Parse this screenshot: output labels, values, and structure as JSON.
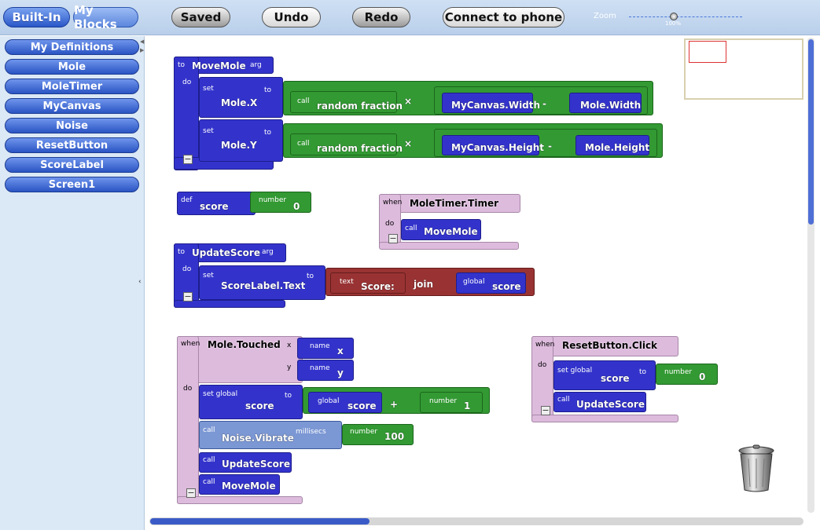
{
  "toolbar": {
    "built_in": "Built-In",
    "my_blocks": "My Blocks",
    "saved": "Saved",
    "undo": "Undo",
    "redo": "Redo",
    "connect": "Connect to phone",
    "zoom_label": "Zoom",
    "zoom_pct": "100%"
  },
  "sidebar": {
    "items": [
      {
        "label": "My Definitions"
      },
      {
        "label": "Mole"
      },
      {
        "label": "MoleTimer"
      },
      {
        "label": "MyCanvas"
      },
      {
        "label": "Noise"
      },
      {
        "label": "ResetButton"
      },
      {
        "label": "ScoreLabel"
      },
      {
        "label": "Screen1"
      }
    ]
  },
  "blocks": {
    "movemole": {
      "to": "to",
      "name": "MoveMole",
      "arg": "arg",
      "do": "do",
      "set1": "set",
      "prop1": "Mole.X",
      "to1": "to",
      "call1": "call",
      "rand1": "random fraction",
      "times1": "×",
      "w1": "MyCanvas.Width",
      "minus1": "-",
      "mw": "Mole.Width",
      "set2": "set",
      "prop2": "Mole.Y",
      "to2": "to",
      "call2": "call",
      "rand2": "random fraction",
      "times2": "×",
      "h1": "MyCanvas.Height",
      "minus2": "-",
      "mh": "Mole.Height"
    },
    "defscore": {
      "def": "def",
      "name": "score",
      "number": "number",
      "value": "0"
    },
    "timer": {
      "when": "when",
      "event": "MoleTimer.Timer",
      "do": "do",
      "call": "call",
      "proc": "MoveMole"
    },
    "updatescore": {
      "to": "to",
      "name": "UpdateScore",
      "arg": "arg",
      "do": "do",
      "set": "set",
      "prop": "ScoreLabel.Text",
      "to2": "to",
      "text": "text",
      "text_val": "Score:",
      "join": "join",
      "global": "global",
      "var": "score"
    },
    "touched": {
      "when": "when",
      "event": "Mole.Touched",
      "x": "x",
      "y": "y",
      "name1": "name",
      "xval": "x",
      "name2": "name",
      "yval": "y",
      "do": "do",
      "setglobal": "set global",
      "var": "score",
      "to": "to",
      "global": "global",
      "gvar": "score",
      "plus": "+",
      "number": "number",
      "one": "1",
      "call1": "call",
      "vibrate": "Noise.Vibrate",
      "ms": "millisecs",
      "number2": "number",
      "hundred": "100",
      "call2": "call",
      "upd": "UpdateScore",
      "call3": "call",
      "mm": "MoveMole"
    },
    "reset": {
      "when": "when",
      "event": "ResetButton.Click",
      "do": "do",
      "setglobal": "set global",
      "var": "score",
      "to": "to",
      "number": "number",
      "zero": "0",
      "call": "call",
      "upd": "UpdateScore"
    }
  },
  "colors": {
    "procedure": "#3333cc",
    "math": "#339933",
    "event": "#ddbbdd",
    "text": "#993333"
  }
}
